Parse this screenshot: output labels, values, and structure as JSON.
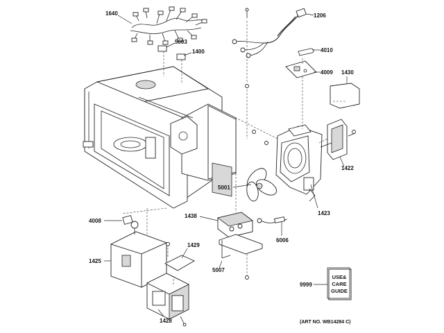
{
  "labels": {
    "p1640": "1640",
    "p1206": "1206",
    "p5003": "5003",
    "p1400": "1400",
    "p4010": "4010",
    "p4009": "4009",
    "p1430": "1430",
    "p1422": "1422",
    "p5001": "5001",
    "p1423": "1423",
    "p4008": "4008",
    "p1438": "1438",
    "p1429": "1429",
    "p6006": "6006",
    "p1425": "1425",
    "p5007": "5007",
    "p9999": "9999",
    "p1428": "1428"
  },
  "guide_box": {
    "line1": "USE&",
    "line2": "CARE",
    "line3": "GUIDE"
  },
  "art_number": "(ART NO. WB14284 C)"
}
